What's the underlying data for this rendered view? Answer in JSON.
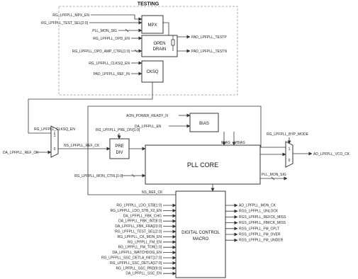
{
  "testing": {
    "title": "TESTING",
    "mpx_label": "MPX",
    "open_drain_line1": "OPEN",
    "open_drain_line2": "DRAIN",
    "cksq_label": "CKSQ",
    "inputs": [
      "RG_LPFPLL_MPX_EN",
      "RG_LPFPLL_TEST_SEL[2:0]",
      "PLL_MON_SIG",
      "RG_LPFPLL_OPD_EN",
      "RG_LPFPLL_OPD_AMP_CTRL[1:0]",
      "RG_LPFPLL_CLKSQ_EN",
      "PAD_LPFPLL_REF_IN"
    ],
    "outputs": [
      "PAD_LPFPLL_TESTP",
      "PAD_LPFPLL_TESTN"
    ]
  },
  "main": {
    "clksq_en": "RG_LPFPLL_CLKSQ_EN",
    "ref_ck_in": "DA_LPFPLL_REF_CK",
    "ns_ref_ck": "NS_LPFPLL_REF_CK",
    "pre_div_ctrl": "RG_LPFPLL_PRE_DIV[1:0]",
    "prediv_line1": "PRE",
    "prediv_line2": "DIV",
    "aon_ready": "AON_POWER_READY_N",
    "da_en": "DA_LPFPLL_EN",
    "bias_label": "BIAS",
    "ibias": "IBIAS",
    "vbias": "VBIAS",
    "byp_mode": "RG_LPFPLL_BYP_MODE",
    "vco_ck": "AD_LPFPLL_VCO_CK",
    "pll_core_label": "PLL CORE",
    "mon_ctrl": "RG_LPFPLL_MON_CTRL[1:0]",
    "pll_mon_sig": "PLL_MON_SIG",
    "ns_ref_ck_dc": "NS_REF_CK",
    "mux_1": "1",
    "mux_0": "0"
  },
  "dcm": {
    "label_line1": "DIGITAL CONTROL",
    "label_line2": "MACRO",
    "inputs": [
      "RG_LPFPLL_LDO_STB[1:0]",
      "RG_LPFPLL_LDO_STB_X2_EN",
      "DA_LPFPLL_FBK_CHG",
      "DA_LPFPLL_FBK_INT[8:0]",
      "DA_LPFPLL_FBK_FRA[23:0]",
      "RG_LPFPLL_TEST_SEL[2:0]",
      "RG_LPFPLL_CK_MON_EN",
      "RG_LPFPLL_FM_EN",
      "RG_LPFPLL_FM_TOR[1:0]",
      "DA_LPFPLL_WATCHDOG_EN",
      "RG_LPFPLL_SSC_DETLA_INIT[17:0]",
      "RG_LPFPLL_SSC_DETLA[17:0]",
      "RG_LPFPLL_SSC_PRD[9:0]",
      "DA_LPFPLL_SSC_EN"
    ],
    "outputs": [
      "AD_LPFPLL_MON_CK",
      "RGS_LPFPLL_UNLOCK",
      "RGS_LPFPLL_REFCK_MISS",
      "RGS_LPFPLL_FBKCK_MISS",
      "RGS_LPFPLL_FM_CPLT",
      "RGS_LPFPLL_FM_OVER",
      "RGS_LPFPLL_FM_UNDER"
    ]
  }
}
